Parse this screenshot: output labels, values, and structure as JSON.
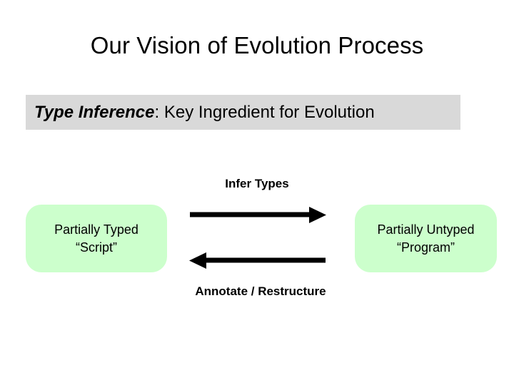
{
  "slide": {
    "title": "Our Vision of Evolution Process",
    "background_color": "#FFFFFF"
  },
  "banner": {
    "emphasis": "Type Inference",
    "rest": ": Key Ingredient for Evolution",
    "full_text": "Type Inference: Key Ingredient for Evolution",
    "background_color": "#D9D9D9"
  },
  "diagram": {
    "box_color": "#CCFFCC",
    "arrow_color": "#000000",
    "left_box": {
      "line1": "Partially Typed",
      "line2": "“Script”"
    },
    "right_box": {
      "line1": "Partially Untyped",
      "line2": "“Program”"
    },
    "arrows": [
      {
        "label": "Infer Types",
        "direction": "right",
        "from": "Partially Typed “Script”",
        "to": "Partially Untyped “Program”"
      },
      {
        "label": "Annotate / Restructure",
        "direction": "left",
        "from": "Partially Untyped “Program”",
        "to": "Partially Typed “Script”"
      }
    ]
  }
}
